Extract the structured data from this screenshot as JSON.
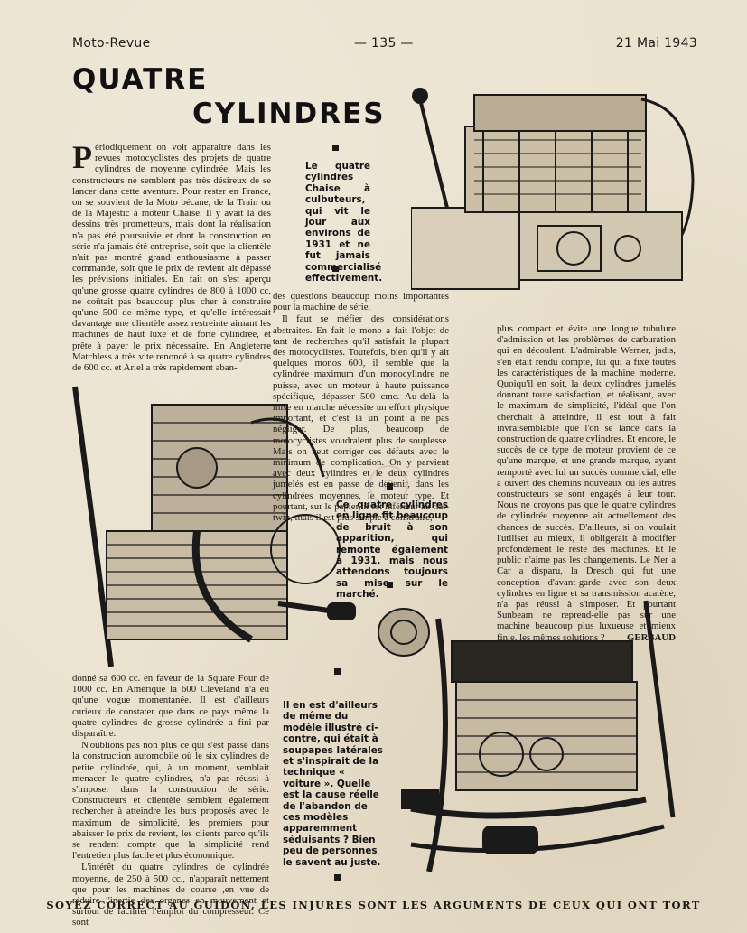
{
  "header": {
    "left": "Moto-Revue",
    "center": "— 135 —",
    "right": "21 Mai 1943"
  },
  "title": {
    "line1": "QUATRE",
    "line2": "CYLINDRES"
  },
  "column1": {
    "dropcap": "P",
    "text": "ériodiquement on voit apparaître dans les revues motocyclistes des projets de quatre cylindres de moyenne cylindrée. Mais les constructeurs ne semblent pas très désireux de se lancer dans cette aventure. Pour rester en France, on se souvient de la Moto bécane, de la Train ou de la Majestic à moteur Chaise. Il y avait là des dessins très prometteurs, mais dont la réalisation n'a pas été poursuivie et dont la construction en série n'a jamais été entreprise, soit que la clientèle n'ait pas montré grand enthousiasme à passer commande, soit que le prix de revient ait dépassé les prévisions initiales. En fait on s'est aperçu qu'une grosse quatre cylindres de 800 à 1000 cc. ne coûtait pas beaucoup plus cher à construire qu'une 500 de même type, et qu'elle intéressait davantage une clientèle assez restreinte aimant les machines de haut luxe et de forte cylindrée, et prête à payer le prix nécessaire. En Angleterre Matchless a très vite renoncé à sa quatre cylindres de 600 cc. et Ariel a très rapidement aban-"
  },
  "column1_bottom": {
    "p1": "donné sa 600 cc. en faveur de la Square Four de 1000 cc. En Amérique la 600 Cleveland n'a eu qu'une vogue momentanée. Il est d'ailleurs curieux de constater que dans ce pays même la quatre cylindres de grosse cylindrée a fini par disparaître.",
    "p2": "N'oublions pas non plus ce qui s'est passé dans la construction automobile où le six cylindres de petite cylindrée, qui, à un moment, semblait menacer le quatre cylindres, n'a pas réussi à s'imposer dans la construction de série. Constructeurs et clientèle semblent également rechercher à atteindre les buts proposés avec le maximum de simplicité, les premiers pour abaisser le prix de revient, les clients parce qu'ils se rendent compte que la simplicité rend l'entretien plus facile et plus économique.",
    "p3": "L'intérêt du quatre cylindres de cylindrée moyenne, de 250 à 500 cc., n'apparaît nettement que pour les machines de course ,en vue de réduire l'inertie des organes en mouvement et surtout de faciliter l'emploi du compresseur. Ce sont"
  },
  "column2": {
    "p1": "des questions beaucoup moins importantes pour la machine de série.",
    "p2": "Il faut se méfier des considérations abstraites. En fait le mono a fait l'objet de tant de recherches qu'il satisfait la plupart des motocyclistes. Toutefois, bien qu'il y ait quelques monos 600, il semble que la cylindrée maximum d'un monocylindre ne puisse, avec un moteur à haute puissance spécifique, dépasser 500 cmc. Au-delà la mise en marche nécessite un effort physique important, et c'est là un point à ne pas négliger. De plus, beaucoup de motocyclistes voudraient plus de souplesse. Mais on veut corriger ces défauts avec le minimum de complication. On y parvient avec deux cylindres et le deux cylindres jumelés est en passe de devenir, dans les cylindrées moyennes, le moteur type. Et pourtant, sur le papier, il est inférieur au flat-twin, mais il est plus simple à construire,"
  },
  "column3": {
    "p1": "plus compact et évite une longue tubulure d'admission et les problèmes de carburation qui en découlent. L'admirable Werner, jadis, s'en était rendu compte, lui qui a fixé toutes les caractéristiques de la machine moderne. Quoiqu'il en soit, la deux cylindres jumelés donnant toute satisfaction, et réalisant, avec le maximum de simplicité, l'idéal que l'on cherchait à atteindre, il est tout à fait invraisemblable que l'on se lance dans la construction de quatre cylindres. Et encore, le succès de ce type de moteur provient de ce qu'une marque, et une grande marque, ayant remporté avec lui un succès commercial, elle a ouvert des chemins nouveaux où les autres constructeurs se sont engagés à leur tour. Nous ne croyons pas que le quatre cylindres de cylindrée moyenne ait actuellement des chances de succès. D'ailleurs, si on voulait l'utiliser au mieux, il obligerait à modifier profondément le reste des machines. Et le public n'aime pas les changements. Le Ner a Car a disparu, la Dresch qui fut une conception d'avant-garde avec son deux cylindres en ligne et sa transmission acatène, n'a pas réussi à s'imposer. Et pourtant Sunbeam ne reprend-elle pas sur une machine beaucoup plus luxueuse et mieux finie, les mêmes solutions ?",
    "signature": "GERBAUD"
  },
  "captions": {
    "top": "Le quatre cylindres Chaise à culbuteurs, qui vit le jour aux environs de 1931 et ne fut jamais commercialisé effectivement.",
    "middle": "Ce quatre cylindres en ligne fit beaucoup de bruit à son apparition, qui remonte également à 1931, mais nous attendons toujours sa mise sur le marché.",
    "bottom": "Il en est d'ailleurs de même du modèle illustré ci-contre, qui était à soupapes latérales et s'inspirait de la technique « voiture ». Quelle est la cause réelle de l'abandon de ces modèles apparemment séduisants ? Bien peu de personnes le savent au juste."
  },
  "footer": "SOYEZ CORRECT AU GUIDON, LES INJURES SONT LES ARGUMENTS DE CEUX QUI ONT TORT",
  "colors": {
    "paper": "#ebe2cf",
    "ink": "#1d1a16"
  },
  "illustrations": [
    "engine-chaise-four-cylinder",
    "inline-four-engine",
    "side-valve-four-engine"
  ]
}
